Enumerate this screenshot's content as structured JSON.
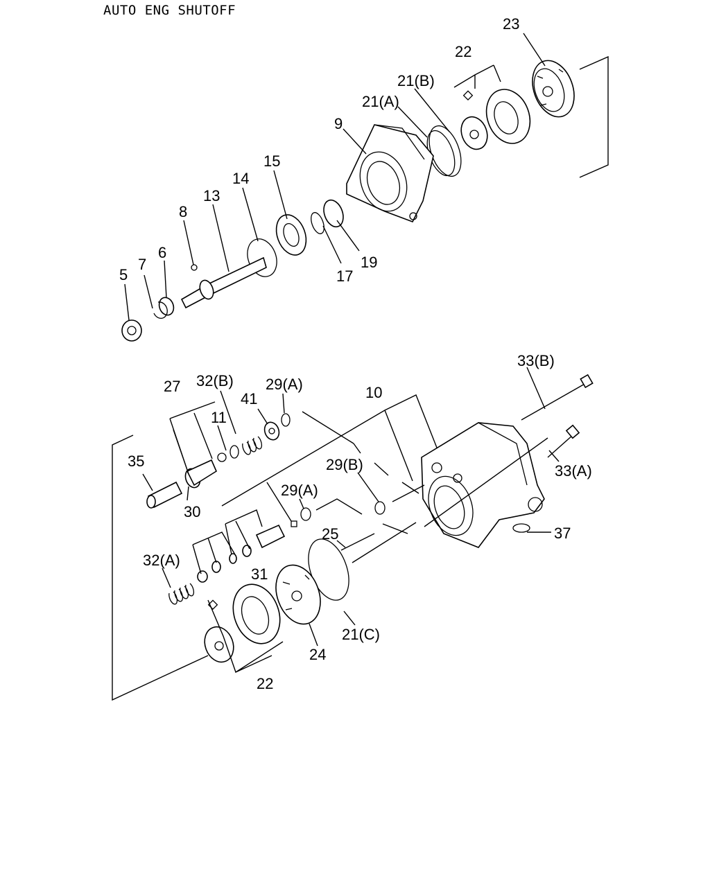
{
  "title": "AUTO ENG SHUTOFF",
  "callouts": {
    "c23": "23",
    "c22a": "22",
    "c21b": "21(B)",
    "c21a": "21(A)",
    "c9": "9",
    "c15": "15",
    "c14": "14",
    "c13": "13",
    "c8": "8",
    "c7": "7",
    "c6": "6",
    "c5": "5",
    "c17": "17",
    "c19": "19",
    "c33b": "33(B)",
    "c32b": "32(B)",
    "c29a1": "29(A)",
    "c27": "27",
    "c41": "41",
    "c10": "10",
    "c11": "11",
    "c35": "35",
    "c30": "30",
    "c29b": "29(B)",
    "c33a": "33(A)",
    "c29a2": "29(A)",
    "c25": "25",
    "c37": "37",
    "c32a": "32(A)",
    "c31": "31",
    "c21c": "21(C)",
    "c24": "24",
    "c22b": "22"
  }
}
